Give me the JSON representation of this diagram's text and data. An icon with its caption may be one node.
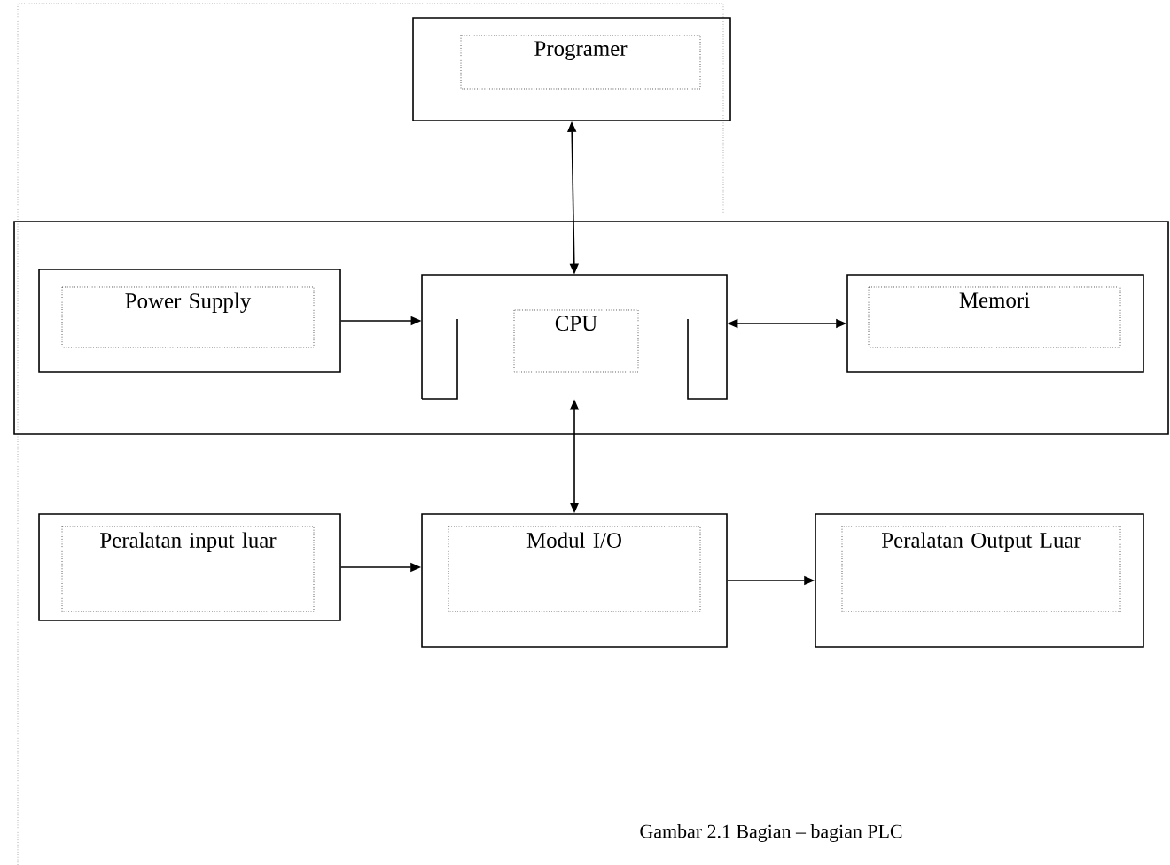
{
  "diagram": {
    "caption": "Gambar 2.1 Bagian – bagian PLC",
    "nodes": [
      {
        "text": [
          "Programer"
        ]
      },
      {
        "text": [],
        "shape": "box"
      },
      {
        "text": [
          "Power Supply"
        ],
        "in": 1
      },
      {
        "text": [
          "CPU"
        ],
        "in": 1
      },
      {
        "text": [
          "Memori"
        ],
        "in": 1
      },
      {
        "text": [
          "Peralatan input luar"
        ]
      },
      {
        "text": [
          "Modul I/O"
        ]
      },
      {
        "text": [
          "Peralatan Output Luar"
        ]
      }
    ],
    "edges": [
      {
        "from": 0,
        "to": 3,
        "arrow": "both"
      },
      {
        "from": 2,
        "to": 3,
        "arrow": "to"
      },
      {
        "from": 3,
        "to": 4,
        "arrow": "both"
      },
      {
        "from": 3,
        "to": 6,
        "arrow": "both"
      },
      {
        "from": 5,
        "to": 6,
        "arrow": "to"
      },
      {
        "from": 6,
        "to": 7,
        "arrow": "to"
      }
    ]
  }
}
